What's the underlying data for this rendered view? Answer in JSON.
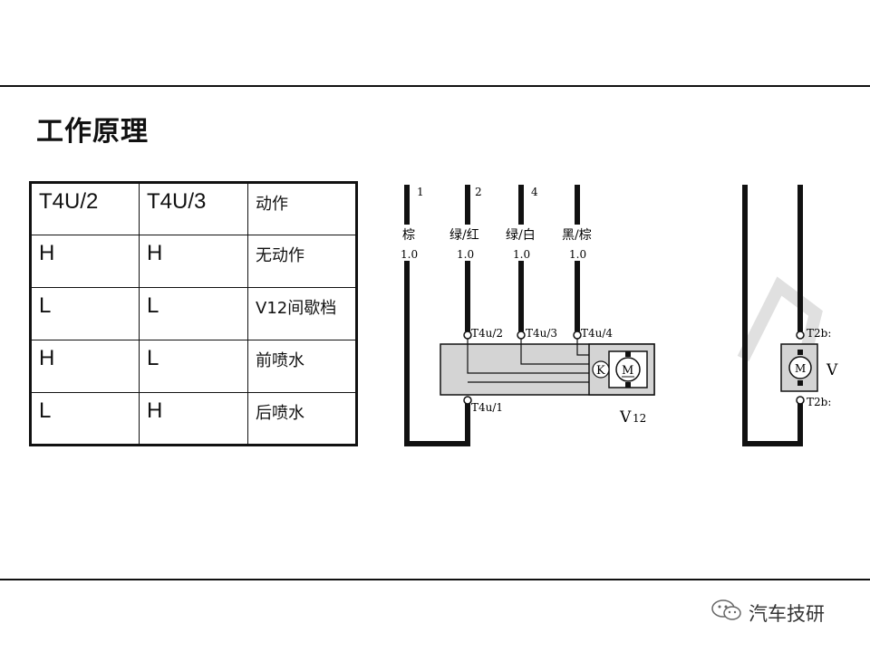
{
  "slide": {
    "title": "工作原理",
    "footer_brand": "汽车技研"
  },
  "truth_table": {
    "header": [
      "T4U/2",
      "T4U/3",
      "动作"
    ],
    "rows": [
      [
        "H",
        "H",
        "无动作"
      ],
      [
        "L",
        "L",
        "V12间歇档"
      ],
      [
        "H",
        "L",
        "前喷水"
      ],
      [
        "L",
        "H",
        "后喷水"
      ]
    ]
  },
  "schematic": {
    "wires": [
      {
        "pin_no": "",
        "color": "棕",
        "gauge": "1.0"
      },
      {
        "pin_no": "1",
        "color": "",
        "gauge": ""
      },
      {
        "pin_no": "2",
        "color": "绿/红",
        "gauge": "1.0"
      },
      {
        "pin_no": "4",
        "color": "绿/白",
        "gauge": "1.0"
      },
      {
        "pin_no": "",
        "color": "黑/棕",
        "gauge": "1.0"
      }
    ],
    "connectors": [
      "T4u/2",
      "T4u/3",
      "T4u/4",
      "T4u/1"
    ],
    "relay_symbol": "K",
    "motor_symbol": "M",
    "component_main": "V",
    "component_sub": "12",
    "right_connectors": [
      "T2b:",
      "T2b:"
    ],
    "right_motor_symbol": "M",
    "right_component_partial": "V"
  }
}
